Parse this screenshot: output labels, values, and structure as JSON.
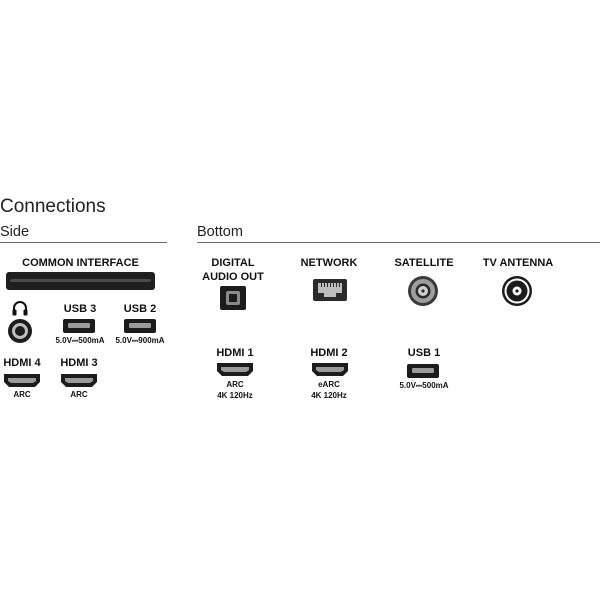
{
  "title": "Connections",
  "side": {
    "heading": "Side",
    "common_interface": "COMMON INTERFACE",
    "headphone_icon": "headphone-icon",
    "usb3": {
      "label": "USB 3",
      "spec": "5.0V⎓500mA"
    },
    "usb2": {
      "label": "USB 2",
      "spec": "5.0V⎓900mA"
    },
    "hdmi4": {
      "label": "HDMI 4",
      "spec": "ARC"
    },
    "hdmi3": {
      "label": "HDMI 3",
      "spec": "ARC"
    }
  },
  "bottom": {
    "heading": "Bottom",
    "digital_audio_out": {
      "line1": "DIGITAL",
      "line2": "AUDIO OUT"
    },
    "network": "NETWORK",
    "satellite": "SATELLITE",
    "tv_antenna": "TV ANTENNA",
    "hdmi1": {
      "label": "HDMI 1",
      "spec1": "ARC",
      "spec2": "4K 120Hz"
    },
    "hdmi2": {
      "label": "HDMI 2",
      "spec1": "eARC",
      "spec2": "4K 120Hz"
    },
    "usb1": {
      "label": "USB 1",
      "spec": "5.0V⎓500mA"
    }
  },
  "colors": {
    "port_dark": "#1c1c1c",
    "port_light": "#9a9a9a",
    "rule": "#6d6d6d"
  }
}
